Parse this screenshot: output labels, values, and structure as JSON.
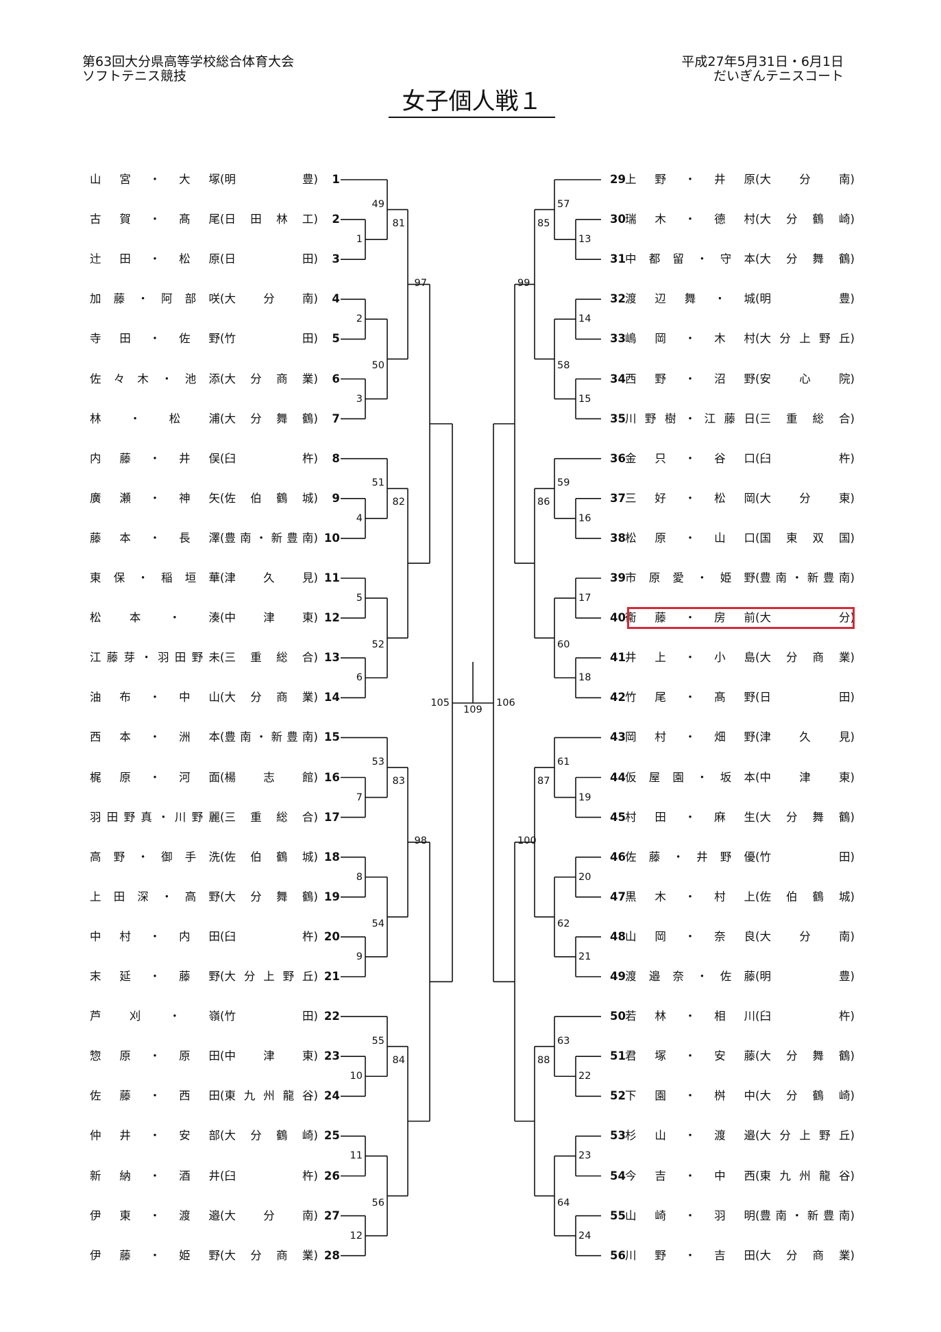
{
  "header": {
    "left": [
      "第63回大分県高等学校総合体育大会",
      "ソフトテニス競技"
    ],
    "right": [
      "平成27年5月31日・6月1日",
      "だいぎんテニスコート"
    ],
    "title": "女子個人戦１"
  },
  "entries": [
    {
      "no": 1,
      "name": "山宮・大塚",
      "school": "明豊"
    },
    {
      "no": 2,
      "name": "古賀・髙尾",
      "school": "日田林工"
    },
    {
      "no": 3,
      "name": "辻田・松原",
      "school": "日田"
    },
    {
      "no": 4,
      "name": "加藤・阿部咲",
      "school": "大分南"
    },
    {
      "no": 5,
      "name": "寺田・佐野",
      "school": "竹田"
    },
    {
      "no": 6,
      "name": "佐々木・池添",
      "school": "大分商業"
    },
    {
      "no": 7,
      "name": "林・松浦",
      "school": "大分舞鶴"
    },
    {
      "no": 8,
      "name": "内藤・井俣",
      "school": "臼杵"
    },
    {
      "no": 9,
      "name": "廣瀬・神矢",
      "school": "佐伯鶴城"
    },
    {
      "no": 10,
      "name": "藤本・長澤",
      "school": "豊南・新豊南"
    },
    {
      "no": 11,
      "name": "東保・稲垣華",
      "school": "津久見"
    },
    {
      "no": 12,
      "name": "松本・湊",
      "school": "中津東"
    },
    {
      "no": 13,
      "name": "江藤芽・羽田野未",
      "school": "三重総合"
    },
    {
      "no": 14,
      "name": "油布・中山",
      "school": "大分商業"
    },
    {
      "no": 15,
      "name": "西本・洲本",
      "school": "豊南・新豊南"
    },
    {
      "no": 16,
      "name": "梶原・河面",
      "school": "楊志館"
    },
    {
      "no": 17,
      "name": "羽田野真・川野麗",
      "school": "三重総合"
    },
    {
      "no": 18,
      "name": "高野・御手洗",
      "school": "佐伯鶴城"
    },
    {
      "no": 19,
      "name": "上田深・高野",
      "school": "大分舞鶴"
    },
    {
      "no": 20,
      "name": "中村・内田",
      "school": "臼杵"
    },
    {
      "no": 21,
      "name": "末延・藤野",
      "school": "大分上野丘"
    },
    {
      "no": 22,
      "name": "芦刈・嶺",
      "school": "竹田"
    },
    {
      "no": 23,
      "name": "惣原・原田",
      "school": "中津東"
    },
    {
      "no": 24,
      "name": "佐藤・西田",
      "school": "東九州龍谷"
    },
    {
      "no": 25,
      "name": "仲井・安部",
      "school": "大分鶴崎"
    },
    {
      "no": 26,
      "name": "新納・酒井",
      "school": "臼杵"
    },
    {
      "no": 27,
      "name": "伊東・渡邉",
      "school": "大分南"
    },
    {
      "no": 28,
      "name": "伊藤・姫野",
      "school": "大分商業"
    },
    {
      "no": 29,
      "name": "上野・井原",
      "school": "大分南"
    },
    {
      "no": 30,
      "name": "瑞木・德村",
      "school": "大分鶴崎"
    },
    {
      "no": 31,
      "name": "中都留・守本",
      "school": "大分舞鶴"
    },
    {
      "no": 32,
      "name": "渡辺舞・城",
      "school": "明豊"
    },
    {
      "no": 33,
      "name": "嶋岡・木村",
      "school": "大分上野丘"
    },
    {
      "no": 34,
      "name": "西野・沼野",
      "school": "安心院"
    },
    {
      "no": 35,
      "name": "川野樹・江藤日",
      "school": "三重総合"
    },
    {
      "no": 36,
      "name": "金只・谷口",
      "school": "臼杵"
    },
    {
      "no": 37,
      "name": "三好・松岡",
      "school": "大分東"
    },
    {
      "no": 38,
      "name": "松原・山口",
      "school": "国東双国"
    },
    {
      "no": 39,
      "name": "市原愛・姫野",
      "school": "豊南・新豊南"
    },
    {
      "no": 40,
      "name": "衞藤・房前",
      "school": "大分"
    },
    {
      "no": 41,
      "name": "井上・小島",
      "school": "大分商業"
    },
    {
      "no": 42,
      "name": "竹尾・髙野",
      "school": "日田"
    },
    {
      "no": 43,
      "name": "岡村・畑野",
      "school": "津久見"
    },
    {
      "no": 44,
      "name": "仮屋園・坂本",
      "school": "中津東"
    },
    {
      "no": 45,
      "name": "村田・麻生",
      "school": "大分舞鶴"
    },
    {
      "no": 46,
      "name": "佐藤・井野優",
      "school": "竹田"
    },
    {
      "no": 47,
      "name": "黒木・村上",
      "school": "佐伯鶴城"
    },
    {
      "no": 48,
      "name": "山岡・奈良",
      "school": "大分南"
    },
    {
      "no": 49,
      "name": "渡邉奈・佐藤",
      "school": "明豊"
    },
    {
      "no": 50,
      "name": "若林・相川",
      "school": "臼杵"
    },
    {
      "no": 51,
      "name": "君塚・安藤",
      "school": "大分舞鶴"
    },
    {
      "no": 52,
      "name": "下園・桝中",
      "school": "大分鶴崎"
    },
    {
      "no": 53,
      "name": "杉山・渡邉",
      "school": "大分上野丘"
    },
    {
      "no": 54,
      "name": "今吉・中西",
      "school": "東九州龍谷"
    },
    {
      "no": 55,
      "name": "山崎・羽明",
      "school": "豊南・新豊南"
    },
    {
      "no": 56,
      "name": "川野・吉田",
      "school": "大分商業"
    }
  ],
  "left_matches": {
    "r1": [
      "1",
      "2",
      "3",
      "4",
      "5",
      "6",
      "7",
      "8",
      "9",
      "10",
      "11",
      "12"
    ],
    "r2": [
      "49",
      "50",
      "51",
      "52",
      "53",
      "54",
      "55",
      "56"
    ],
    "r3": [
      "81",
      "82",
      "83",
      "84"
    ],
    "r4": [
      "97",
      "98"
    ],
    "semi": "105"
  },
  "right_matches": {
    "r1": [
      "13",
      "14",
      "15",
      "16",
      "17",
      "18",
      "19",
      "20",
      "21",
      "22",
      "23",
      "24"
    ],
    "r2": [
      "57",
      "58",
      "59",
      "60",
      "61",
      "62",
      "63",
      "64"
    ],
    "r3": [
      "85",
      "86",
      "87",
      "88"
    ],
    "r4": [
      "99",
      "100"
    ],
    "semi": "106"
  },
  "final_match": "109",
  "highlight": {
    "entry_no": 40,
    "color": "#d42a36"
  }
}
